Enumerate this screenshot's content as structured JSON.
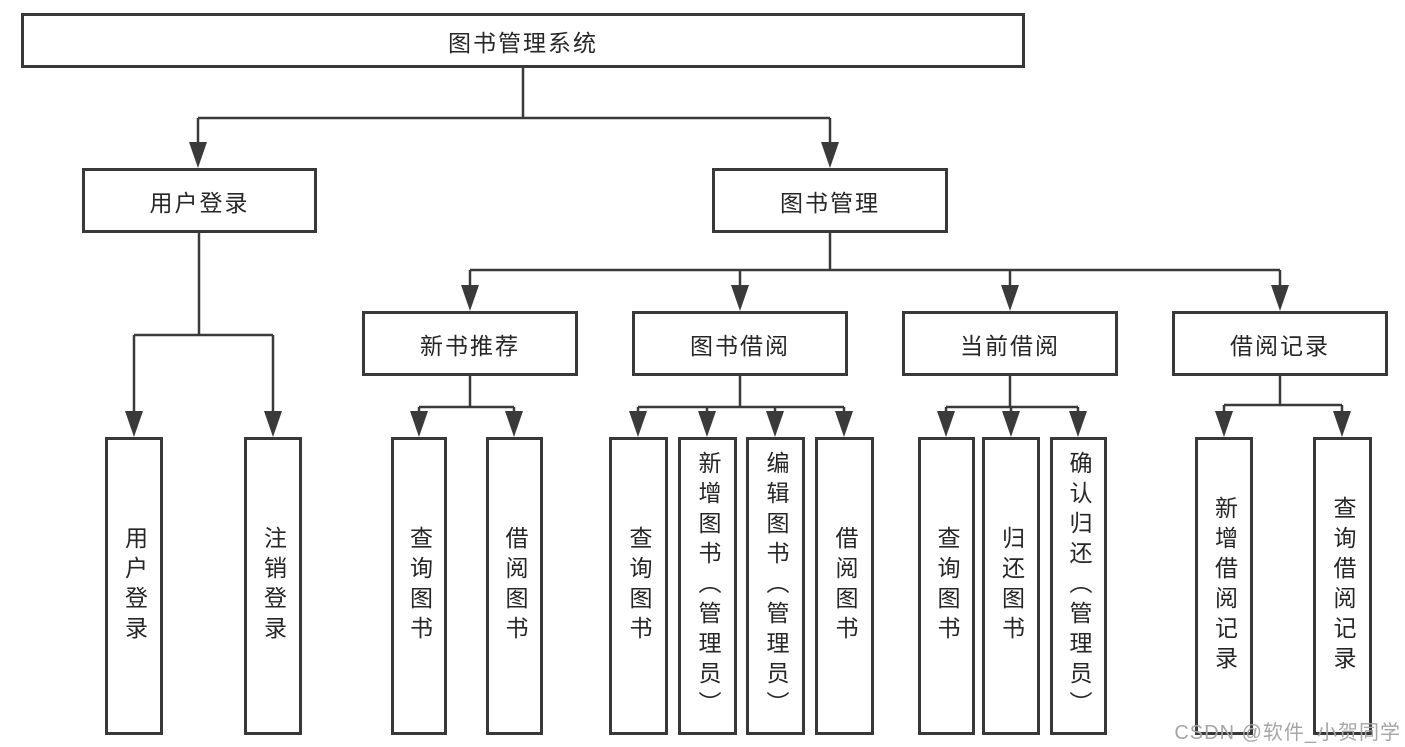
{
  "diagram": {
    "title": "图书管理系统",
    "colors": {
      "line": "#3a3a3a",
      "border": "#383838",
      "text": "#262626",
      "background": "#ffffff",
      "watermark": "#a6a6a6"
    },
    "level2": [
      {
        "label": "用户登录",
        "parent": "图书管理系统"
      },
      {
        "label": "图书管理",
        "parent": "图书管理系统"
      }
    ],
    "level3": [
      {
        "label": "新书推荐",
        "parent": "图书管理"
      },
      {
        "label": "图书借阅",
        "parent": "图书管理"
      },
      {
        "label": "当前借阅",
        "parent": "图书管理"
      },
      {
        "label": "借阅记录",
        "parent": "图书管理"
      }
    ],
    "leaves": [
      {
        "label": "用户登录",
        "parent": "用户登录"
      },
      {
        "label": "注销登录",
        "parent": "用户登录"
      },
      {
        "label": "查询图书",
        "parent": "新书推荐"
      },
      {
        "label": "借阅图书",
        "parent": "新书推荐"
      },
      {
        "label": "查询图书",
        "parent": "图书借阅"
      },
      {
        "label": "新增图书（管理员）",
        "parent": "图书借阅"
      },
      {
        "label": "编辑图书（管理员）",
        "parent": "图书借阅"
      },
      {
        "label": "借阅图书",
        "parent": "图书借阅"
      },
      {
        "label": "查询图书",
        "parent": "当前借阅"
      },
      {
        "label": "归还图书",
        "parent": "当前借阅"
      },
      {
        "label": "确认归还（管理员）",
        "parent": "当前借阅"
      },
      {
        "label": "新增借阅记录",
        "parent": "借阅记录"
      },
      {
        "label": "查询借阅记录",
        "parent": "借阅记录"
      }
    ],
    "watermark": "CSDN @软件_小贺同学"
  }
}
